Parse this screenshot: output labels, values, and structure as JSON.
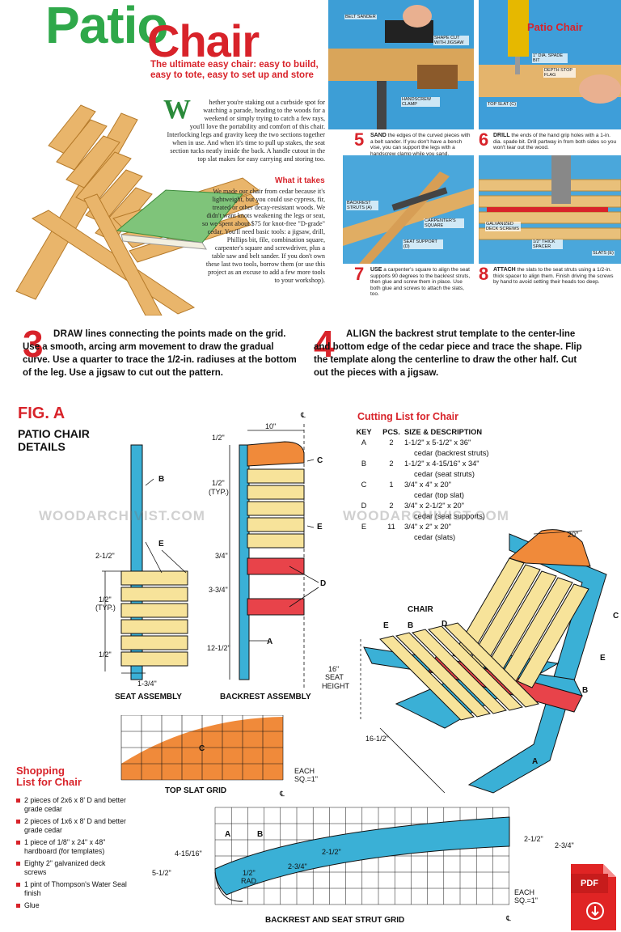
{
  "header": {
    "title_patio": "Patio",
    "title_chair": "Chair",
    "tagline": "The ultimate easy chair: easy to build, easy to tote, easy to set up and store",
    "intro_dropcap": "W",
    "intro_text": "hether you're staking out a curbside spot for watching a parade, heading to the woods for a weekend or simply trying to catch a few rays, you'll love the portability and comfort of this chair. Interlocking legs and gravity keep the two sections together when in use. And when it's time to pull up stakes, the seat section tucks neatly inside the back. A handle cutout in the top slat makes for easy carrying and storing too.",
    "what_it_takes_heading": "What it takes",
    "what_it_takes_text": "We made our chair from cedar because it's lightweight, but you could use cypress, fir, treated or other decay-resistant woods. We didn't want knots weakening the legs or seat, so we spent about $75 for knot-free \"D-grade\" cedar. You'll need basic tools: a jigsaw, drill, Phillips bit, file, combination square, carpenter's square and screwdriver, plus a table saw and belt sander. If you don't own these last two tools, borrow them (or use this project as an excuse to add a few more tools to your workshop)."
  },
  "photo_steps": [
    {
      "num": "5",
      "lead": "SAND",
      "text": "the edges of the curved pieces with a belt sander. If you don't have a bench vise, you can support the legs with a handscrew clamp while you sand.",
      "labels": [
        "BELT SANDER",
        "SHAPE CUT WITH JIGSAW",
        "HANDSCREW CLAMP"
      ]
    },
    {
      "num": "6",
      "lead": "DRILL",
      "text": "the ends of the hand grip holes with a 1-in. dia. spade bit. Drill partway in from both sides so you won't tear out the wood.",
      "labels": [
        "1\" DIA. SPADE BIT",
        "DEPTH STOP FLAG",
        "TOP SLAT (C)"
      ],
      "overlay_title": "Patio Chair"
    },
    {
      "num": "7",
      "lead": "USE",
      "text": "a carpenter's square to align the seat supports 90 degrees to the backrest struts, then glue and screw them in place. Use both glue and screws to attach the slats, too.",
      "labels": [
        "BACKREST STRUTS (A)",
        "CARPENTER'S SQUARE",
        "SEAT SUPPORT (D)"
      ]
    },
    {
      "num": "8",
      "lead": "ATTACH",
      "text": "the slats to the seat struts using a 1/2-in. thick spacer to align them. Finish driving the screws by hand to avoid setting their heads too deep.",
      "labels": [
        "GALVANIZED DECK SCREWS",
        "1/2\" THICK SPACER",
        "SLATS (E)"
      ]
    }
  ],
  "steps": [
    {
      "num": "3",
      "lead": "DRAW",
      "text": "lines connecting the points made on the grid. Use a smooth, arcing arm movement to draw the gradual curve. Use a quarter to trace the 1/2-in. radiuses at the bottom of the leg. Use a jigsaw to cut out the pattern."
    },
    {
      "num": "4",
      "lead": "ALIGN",
      "text": "the backrest strut template to the center-line and bottom edge of the cedar piece and trace the shape. Flip the template along the centerline to draw the other half. Cut out the pieces with a jigsaw."
    }
  ],
  "figure": {
    "label": "FIG. A",
    "subtitle_line1": "PATIO CHAIR",
    "subtitle_line2": "DETAILS",
    "seat_assembly_caption": "SEAT ASSEMBLY",
    "backrest_assembly_caption": "BACKREST ASSEMBLY",
    "top_slat_caption": "TOP SLAT GRID",
    "strut_grid_caption": "BACKREST AND SEAT STRUT GRID",
    "chair_caption": "CHAIR",
    "each_sq": "EACH SQ.=1\"",
    "centerline": "℄",
    "seat_dims": [
      "2-1/2\"",
      "1/2\"",
      "(TYP.)",
      "1/2\"",
      "1-3/4\""
    ],
    "backrest_dims": [
      "10\"",
      "1/2\"",
      "1/2\"",
      "(TYP.)",
      "3/4\"",
      "3-3/4\"",
      "12-1/2\""
    ],
    "chair_dims": [
      "20\"",
      "16\"",
      "SEAT",
      "HEIGHT",
      "16-1/2\""
    ],
    "strut_dims": [
      "4-15/16\"",
      "5-1/2\"",
      "1/2\"",
      "RAD.",
      "2-3/4\"",
      "2-1/2\"",
      "2-1/2\"",
      "2-3/4\""
    ],
    "part_letters": {
      "a": "A",
      "b": "B",
      "c": "C",
      "d": "D",
      "e": "E"
    }
  },
  "cutting_list": {
    "title": "Cutting List for Chair",
    "headers": [
      "KEY",
      "PCS.",
      "SIZE & DESCRIPTION"
    ],
    "rows": [
      {
        "key": "A",
        "pcs": "2",
        "size": "1-1/2\" x 5-1/2\" x 36\"",
        "desc": "cedar (backrest struts)"
      },
      {
        "key": "B",
        "pcs": "2",
        "size": "1-1/2\" x 4-15/16\" x 34\"",
        "desc": "cedar (seat struts)"
      },
      {
        "key": "C",
        "pcs": "1",
        "size": "3/4\" x 4\" x 20\"",
        "desc": "cedar (top slat)"
      },
      {
        "key": "D",
        "pcs": "2",
        "size": "3/4\" x 2-1/2\" x 20\"",
        "desc": "cedar (seat supports)"
      },
      {
        "key": "E",
        "pcs": "11",
        "size": "3/4\" x 2\" x 20\"",
        "desc": "cedar (slats)"
      }
    ]
  },
  "shopping_list": {
    "title_line1": "Shopping",
    "title_line2": "List for Chair",
    "items": [
      "2 pieces of 2x6 x 8' D and better grade cedar",
      "2 pieces of 1x6 x 8' D and better grade cedar",
      "1 piece of 1/8\" x 24\" x 48\" hardboard (for templates)",
      "Eighty 2\" galvanized deck screws",
      "1 pint of Thompson's Water Seal finish",
      "Glue"
    ]
  },
  "watermark": "WOODARCHIVIST.COM",
  "pdf_badge": {
    "label": "PDF"
  },
  "colors": {
    "red": "#d8232a",
    "green": "#2fa84a",
    "blue": "#3ab0d6",
    "yellow": "#f7e39a",
    "orange": "#f08a3a"
  }
}
